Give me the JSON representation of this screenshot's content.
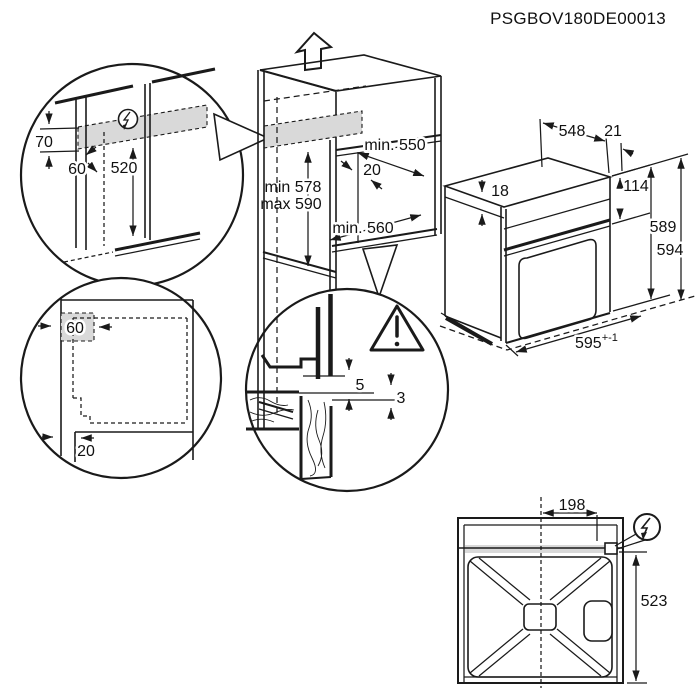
{
  "title": "PSGBOV180DE00013",
  "colors": {
    "line": "#1a1a1a",
    "shade": "#d9d9d9",
    "background": "#ffffff"
  },
  "cabinet": {
    "niche_depth": "min. 550",
    "rear_gap": "20",
    "niche_height_min": "min 578",
    "niche_height_max": "max 590",
    "niche_width": "min. 560"
  },
  "electrical_zone_detail": {
    "height": "70",
    "front_offset": "60",
    "distance_below": "520"
  },
  "worktop_detail": {
    "zone_size": "60",
    "front_clearance": "20"
  },
  "door_gap_detail": {
    "upper_gap": "5",
    "lower_gap": "3"
  },
  "oven": {
    "top_depth": "548",
    "front_overhang": "21",
    "top_clearance": "18",
    "panel_height": "114",
    "body_height": "589",
    "total_height": "594",
    "front_width": "595",
    "front_width_tolerance": "+-1"
  },
  "oven_top_view": {
    "connection_offset": "198",
    "depth": "523"
  }
}
